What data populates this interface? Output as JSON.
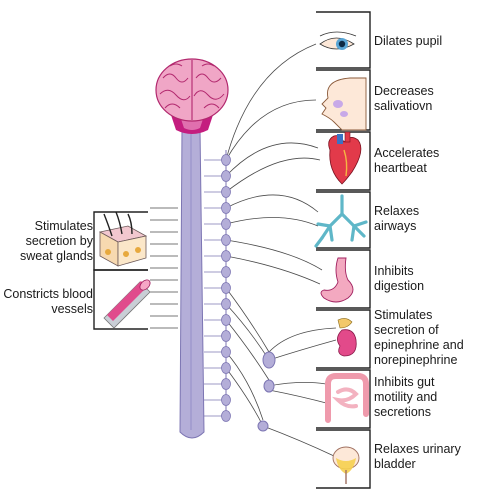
{
  "organs": [
    {
      "name": "eye",
      "label": "Dilates pupil"
    },
    {
      "name": "salivary-glands",
      "label": "Decreases salivatiovn"
    },
    {
      "name": "heart",
      "label": "Accelerates heartbeat"
    },
    {
      "name": "lungs",
      "label": "Relaxes airways"
    },
    {
      "name": "stomach",
      "label": "Inhibits digestion"
    },
    {
      "name": "adrenal-gland",
      "label": "Stimulates secretion of epinephrine and norepinephrine"
    },
    {
      "name": "intestines",
      "label": "Inhibits gut motility and secretions"
    },
    {
      "name": "urinary-bladder",
      "label": "Relaxes urinary bladder"
    }
  ],
  "skin": [
    {
      "name": "sweat-glands",
      "label": "Stimulates secretion by sweat glands"
    },
    {
      "name": "blood-vessel",
      "label": "Constricts blood vessels"
    }
  ],
  "colors": {
    "spinal_cord": "#b4aed8",
    "brain": "#f0a6c6",
    "brainstem": "#c41d7f",
    "organ_pink": "#f3a9c0",
    "airways": "#5fb7c8",
    "nerve_line": "#4a4a4a"
  }
}
